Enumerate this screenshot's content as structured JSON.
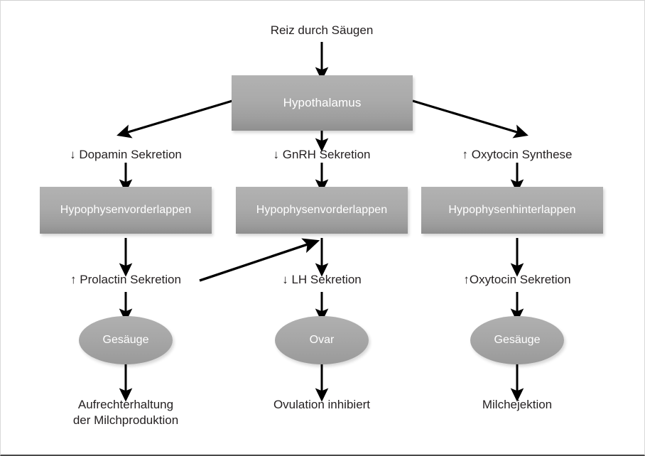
{
  "diagram": {
    "title_label": "Reiz durch Säugen",
    "colors": {
      "node_fill_top": "#b2b2b2",
      "node_fill_bottom": "#8f8f8f",
      "node_text": "#ffffff",
      "label_text": "#231f20",
      "arrow": "#000000",
      "canvas": "#ffffff",
      "border_bottom": "#4a4a4a"
    },
    "nodes": {
      "hypothalamus": "Hypothalamus",
      "anterior_pituitary_left": "Hypophysenvorderlappen",
      "anterior_pituitary_mid": "Hypophysenvorderlappen",
      "posterior_pituitary": "Hypophysenhinterlappen",
      "udder_left": "Gesäuge",
      "ovary": "Ovar",
      "udder_right": "Gesäuge"
    },
    "labels": {
      "dopamine": "↓ Dopamin Sekretion",
      "gnrh": "↓ GnRH Sekretion",
      "oxytocin_synthesis": "↑ Oxytocin Synthese",
      "prolactin": "↑ Prolactin Sekretion",
      "lh": "↓ LH Sekretion",
      "oxytocin_secretion": "↑Oxytocin Sekretion",
      "milk_maintenance": "Aufrechterhaltung\nder Milchproduktion",
      "ovulation_inhibited": "Ovulation inhibiert",
      "milk_ejection": "Milchejektion"
    }
  }
}
